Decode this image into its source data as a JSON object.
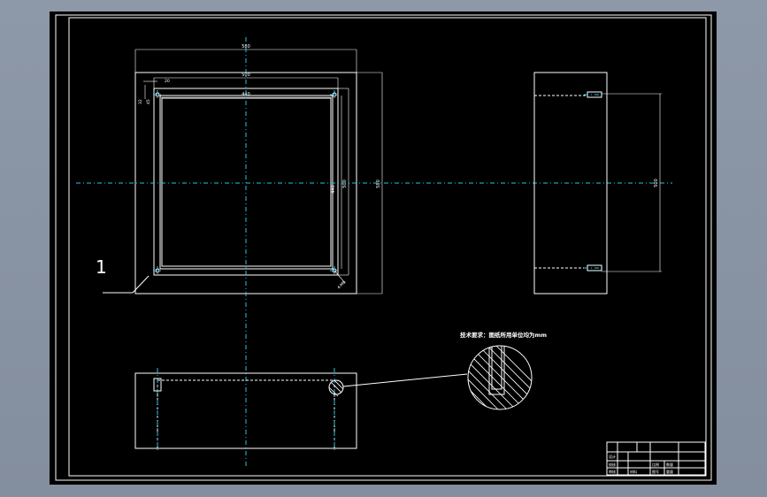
{
  "drawing": {
    "part_callout": "1",
    "technical_requirement": "技术要求：图纸所用单位均为mm",
    "top_view": {
      "dim_outer_width": "580",
      "dim_mid_width": "500",
      "dim_inner_width": "440",
      "dim_corner_small": "20",
      "dim_corner_offset": "32",
      "dim_corner_label": "45",
      "dim_inner_height": "440",
      "dim_mid_height": "500",
      "dim_outer_height": "580",
      "dim_hole": "4-M6"
    },
    "side_view": {
      "dim_height": "500"
    },
    "title_block": {
      "cells": [
        "设计",
        "校核",
        "审核",
        "比例",
        "数量",
        "材料",
        "图号",
        "重量"
      ]
    }
  },
  "colors": {
    "canvas": "#000000",
    "lines": "#ffffff",
    "center_lines": "#28c4e6",
    "window": "#8b96a6"
  }
}
